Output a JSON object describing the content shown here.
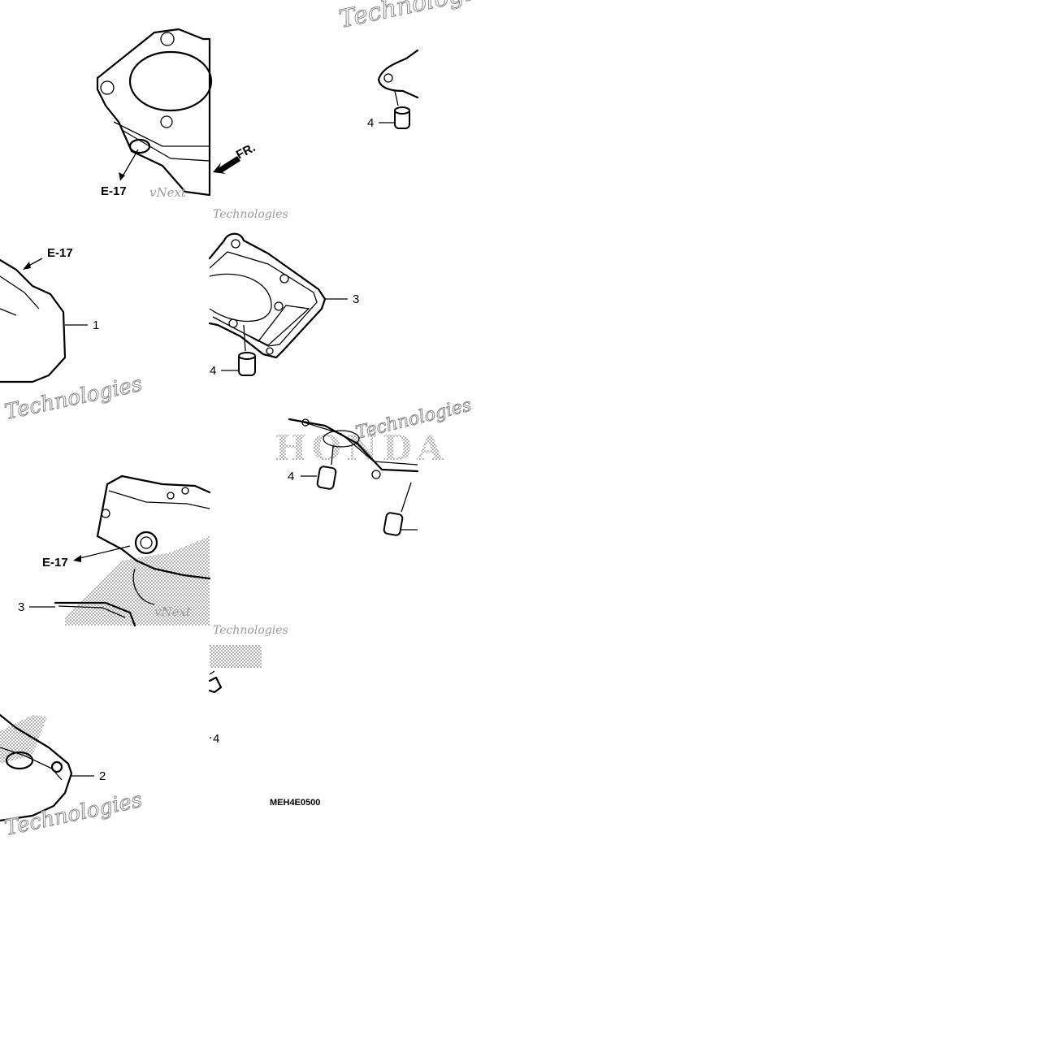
{
  "diagram": {
    "code": "MEH4E0500",
    "ref_label": "E-17",
    "front_arrow": "FR.",
    "watermark_lines": [
      "vNext",
      "Technologies"
    ],
    "brand_watermark": "HONDA",
    "callouts": {
      "p1": "1",
      "p2": "2",
      "p3a": "3",
      "p3b": "3",
      "p4a": "4",
      "p4b": "4",
      "p4c": "4",
      "p4d": "4"
    },
    "refs": {
      "r1": "E-17",
      "r2": "E-17",
      "r3": "E-17"
    }
  }
}
